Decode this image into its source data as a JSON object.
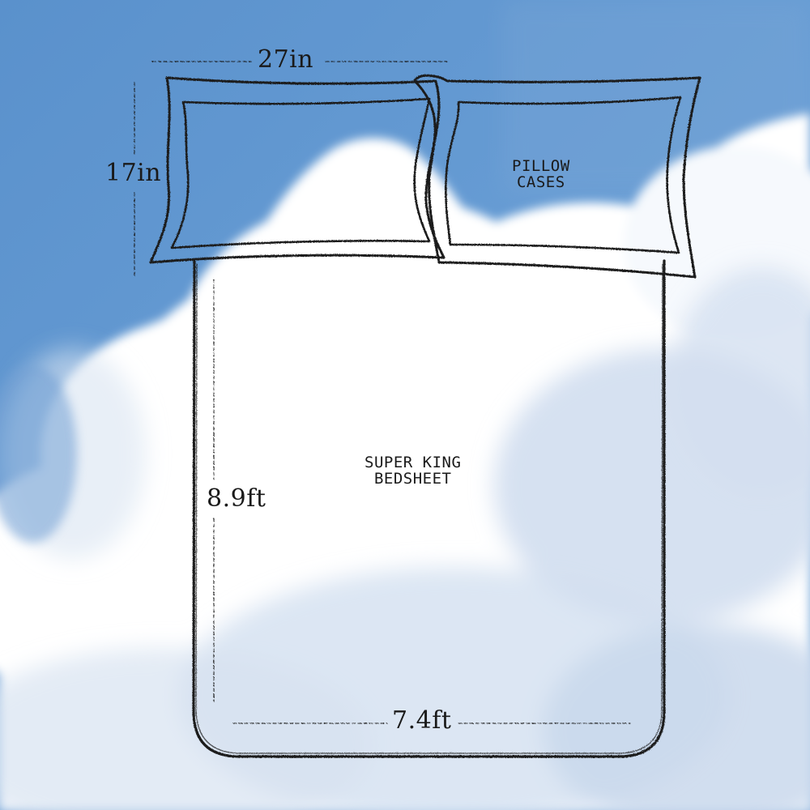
{
  "colors": {
    "sky_top": "#5f95cf",
    "sky_bottom": "#7aa8d8",
    "cloud": "#ffffff",
    "cloud_shadow": "#cddcee",
    "ink": "#1a1a1a"
  },
  "labels": {
    "pillow_width": "27in",
    "pillow_height": "17in",
    "pillow_title_line1": "PILLOW",
    "pillow_title_line2": "CASES",
    "sheet_title_line1": "SUPER KING",
    "sheet_title_line2": "BEDSHEET",
    "sheet_height": "8.9ft",
    "sheet_width": "7.4ft"
  }
}
